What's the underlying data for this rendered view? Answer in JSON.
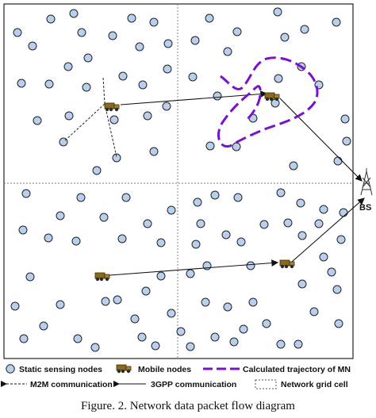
{
  "legend": {
    "static_nodes": "Static sensing nodes",
    "mobile_nodes": "Mobile nodes",
    "trajectory": "Calculated trajectory of MN",
    "m2m": "M2M communication",
    "gpp": "3GPP communication",
    "grid_cell": "Network grid cell"
  },
  "base_station": {
    "label": "BS"
  },
  "caption": "Figure. 2. Network data packet flow diagram",
  "colors": {
    "node_fill": "#b9cfee",
    "node_stroke": "#222222",
    "trajectory": "#7a13c8",
    "vehicle": "#8a6a1e",
    "arrow": "#111111"
  }
}
